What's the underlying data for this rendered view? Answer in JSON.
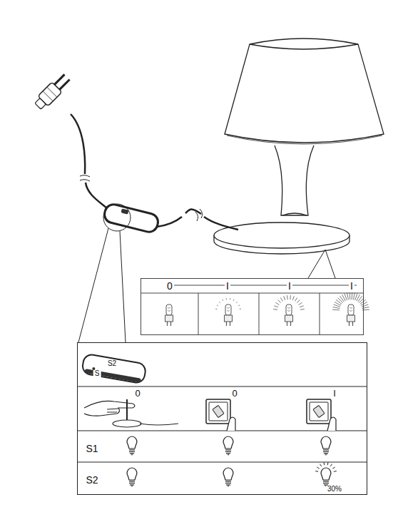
{
  "diagram": {
    "nodes": [
      {
        "text": [
          "0",
          "I",
          "I",
          "I"
        ]
      },
      {
        "text": [
          "S",
          "S2",
          "0",
          "0",
          "I",
          "S1",
          "S2",
          "30%"
        ]
      }
    ]
  }
}
